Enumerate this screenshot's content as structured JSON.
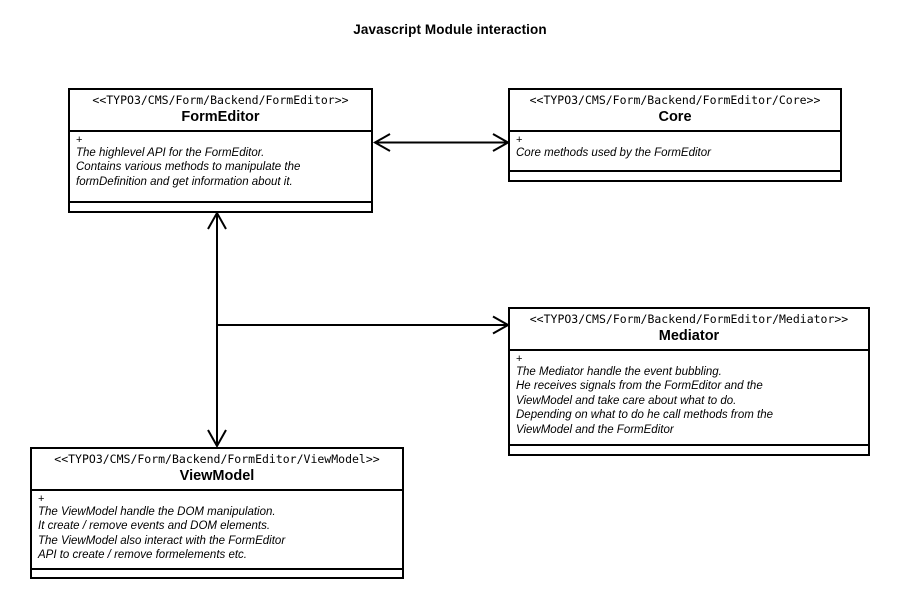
{
  "diagram": {
    "title": "Javascript Module interaction",
    "type": "uml-class-diagram",
    "colors": {
      "background": "#ffffff",
      "stroke": "#000000",
      "text": "#000000"
    },
    "classes": [
      {
        "id": "formeditor",
        "stereotype": "<<TYPO3/CMS/Form/Backend/FormEditor>>",
        "name": "FormEditor",
        "visibility": "+",
        "description_lines": [
          "The highlevel API for the FormEditor.",
          "Contains various methods to manipulate the",
          "formDefinition and get information about it."
        ]
      },
      {
        "id": "core",
        "stereotype": "<<TYPO3/CMS/Form/Backend/FormEditor/Core>>",
        "name": "Core",
        "visibility": "+",
        "description_lines": [
          "Core methods used by the FormEditor"
        ]
      },
      {
        "id": "mediator",
        "stereotype": "<<TYPO3/CMS/Form/Backend/FormEditor/Mediator>>",
        "name": "Mediator",
        "visibility": "+",
        "description_lines": [
          "The Mediator handle the event bubbling.",
          "He receives signals from the FormEditor and the",
          "ViewModel and take care about what to do.",
          "Depending on what to do he call methods from the",
          "ViewModel and the FormEditor"
        ]
      },
      {
        "id": "viewmodel",
        "stereotype": "<<TYPO3/CMS/Form/Backend/FormEditor/ViewModel>>",
        "name": "ViewModel",
        "visibility": "+",
        "description_lines": [
          "The ViewModel handle the DOM manipulation.",
          "It create / remove events and DOM elements.",
          "The ViewModel also interact with the FormEditor",
          "API to create / remove formelements etc."
        ]
      }
    ],
    "connections": [
      {
        "id": "formeditor-core",
        "from": "formeditor",
        "to": "core",
        "direction": "bidirectional",
        "style": "open-arrow"
      },
      {
        "id": "formeditor-viewmodel",
        "from": "formeditor",
        "to": "viewmodel",
        "direction": "bidirectional",
        "style": "open-arrow"
      },
      {
        "id": "branch-mediator",
        "from": "formeditor-viewmodel",
        "to": "mediator",
        "direction": "unidirectional",
        "style": "open-arrow"
      }
    ]
  }
}
